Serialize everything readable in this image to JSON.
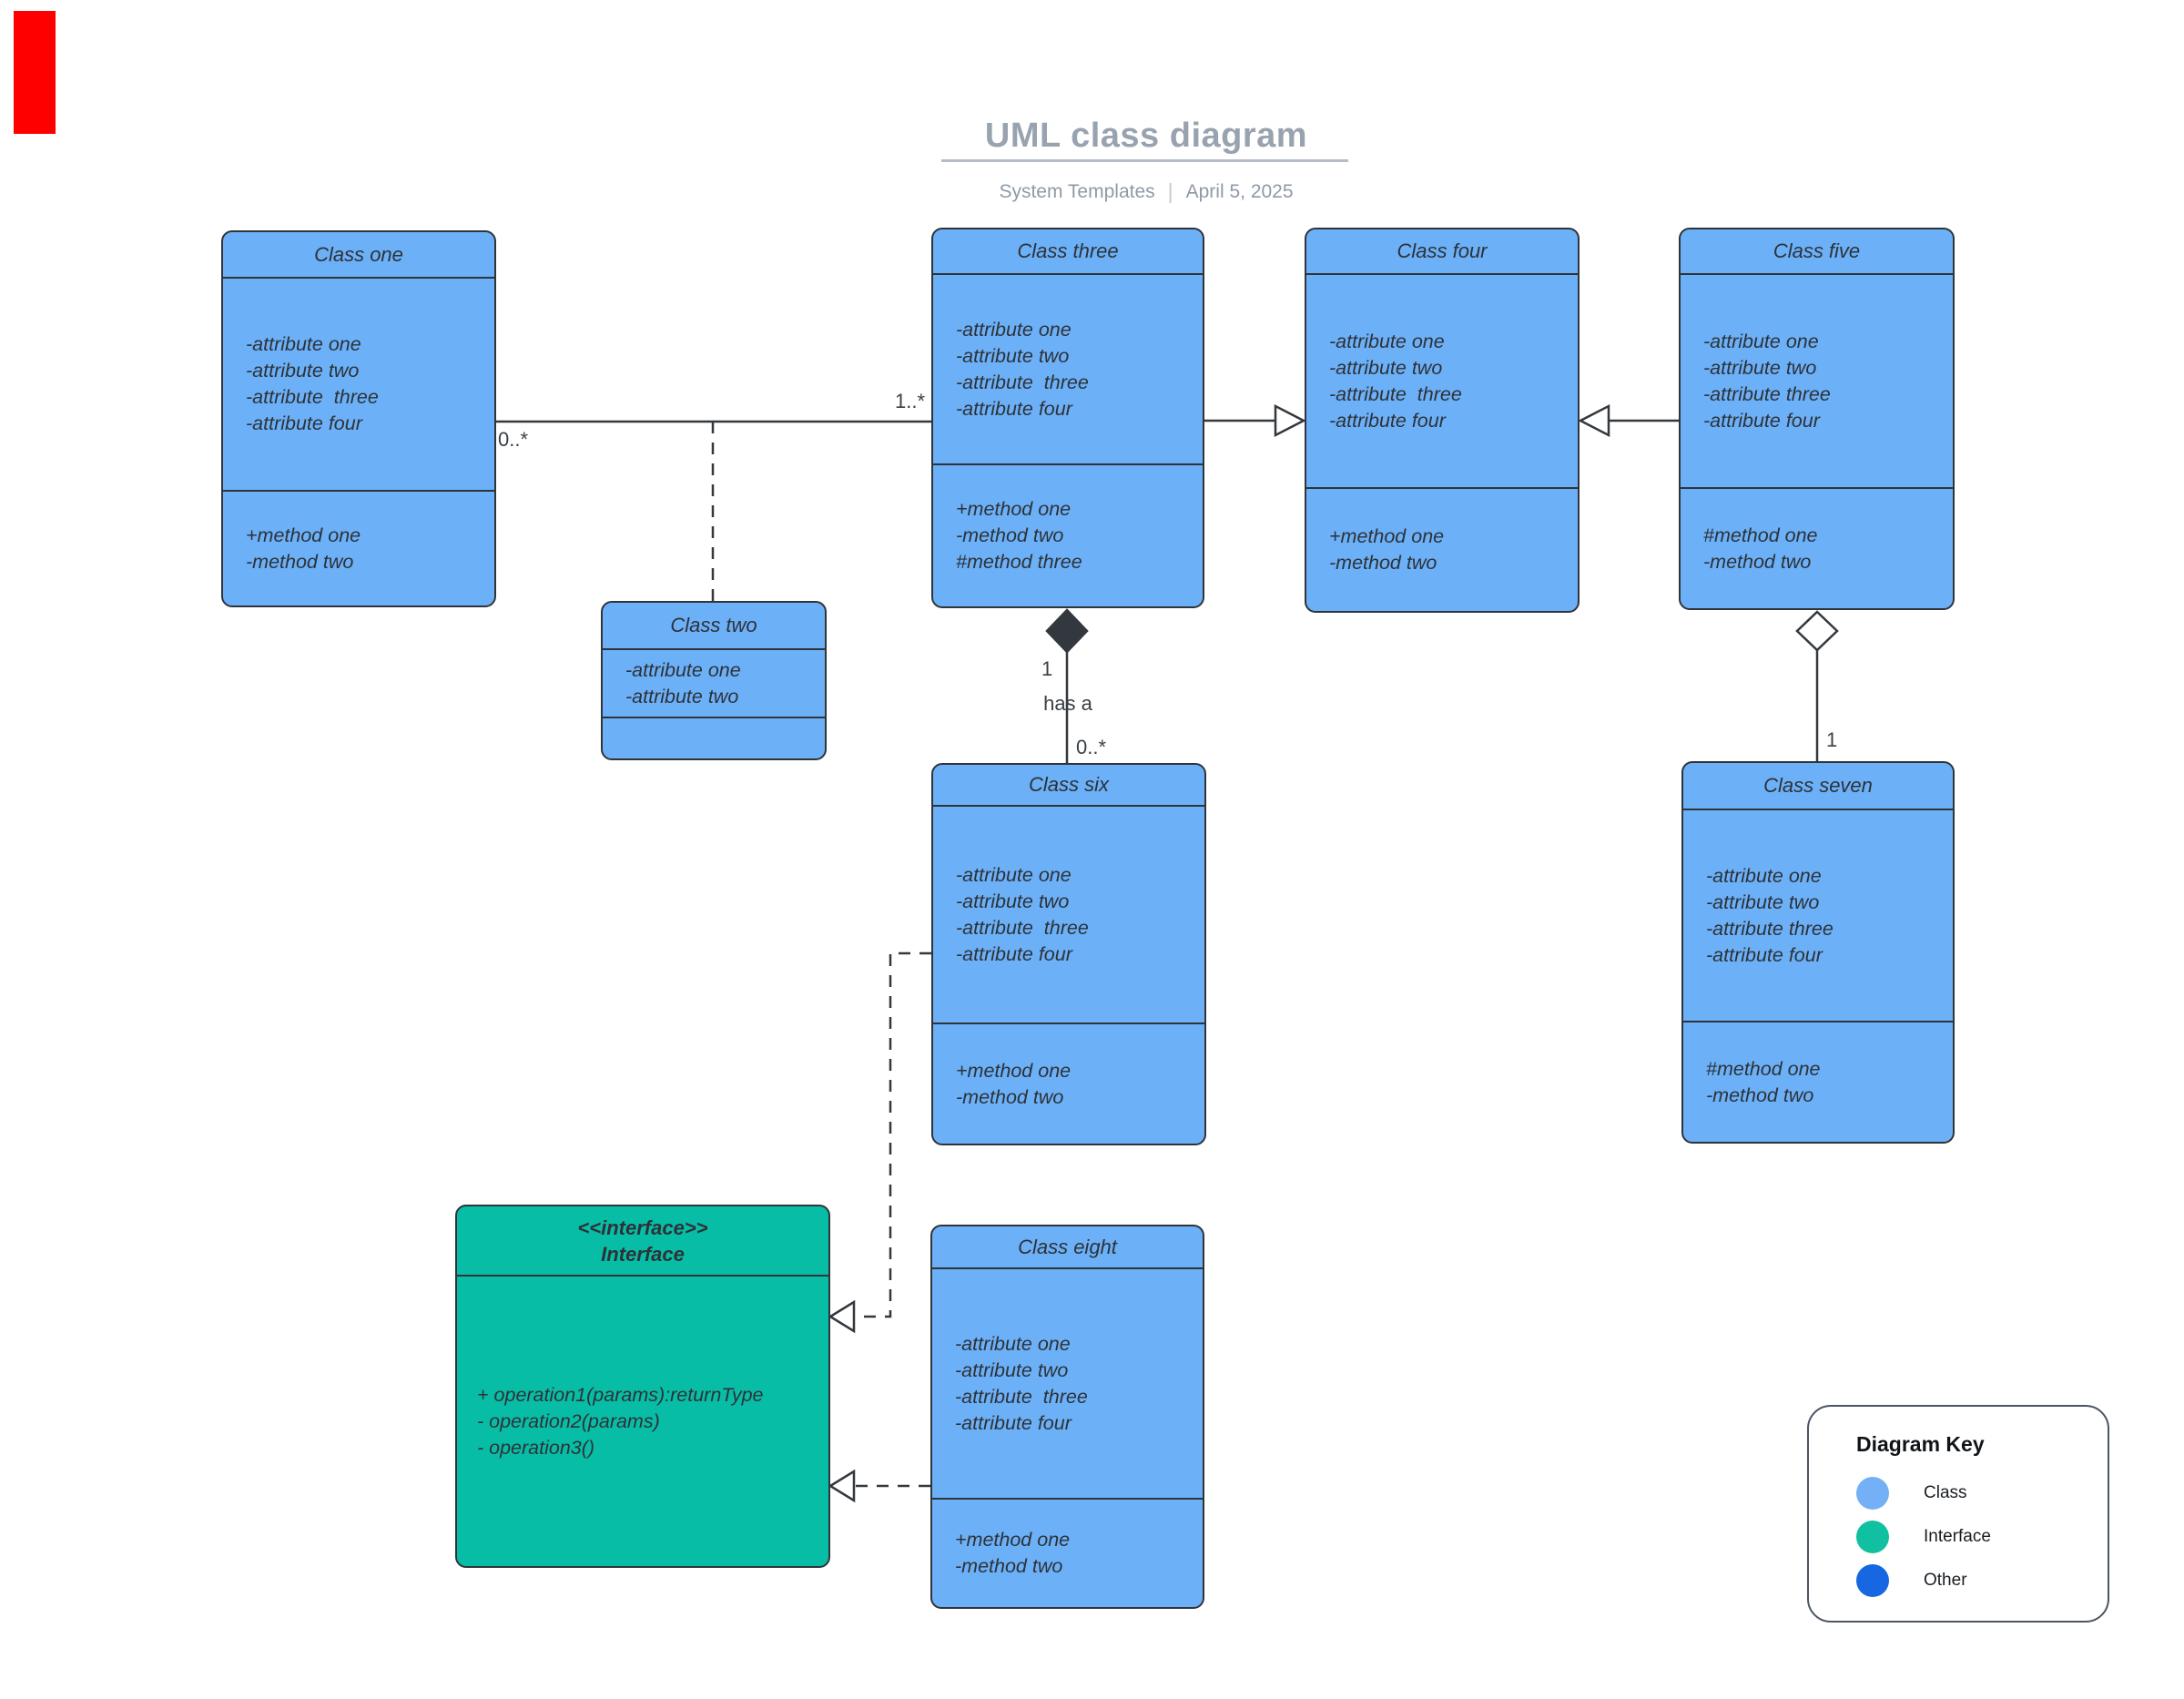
{
  "header": {
    "title": "UML class diagram",
    "subtitle_left": "System Templates",
    "subtitle_separator": "|",
    "subtitle_right": "April 5, 2025"
  },
  "classes": [
    {
      "name": "Class one",
      "attributes": [
        "-attribute one",
        "-attribute two",
        "-attribute  three",
        "-attribute four"
      ],
      "methods": [
        "+method one",
        "-method two"
      ]
    },
    {
      "name": "Class two",
      "attributes": [
        "-attribute one",
        "-attribute two"
      ],
      "methods": []
    },
    {
      "name": "Class three",
      "attributes": [
        "-attribute one",
        "-attribute two",
        "-attribute  three",
        "-attribute four"
      ],
      "methods": [
        "+method one",
        "-method two",
        "#method three"
      ]
    },
    {
      "name": "Class four",
      "attributes": [
        "-attribute one",
        "-attribute two",
        "-attribute  three",
        "-attribute four"
      ],
      "methods": [
        "+method one",
        "-method two"
      ]
    },
    {
      "name": "Class five",
      "attributes": [
        "-attribute one",
        "-attribute two",
        "-attribute three",
        "-attribute four"
      ],
      "methods": [
        "#method one",
        "-method two"
      ]
    },
    {
      "name": "Class six",
      "attributes": [
        "-attribute one",
        "-attribute two",
        "-attribute  three",
        "-attribute four"
      ],
      "methods": [
        "+method one",
        "-method two"
      ]
    },
    {
      "name": "Class seven",
      "attributes": [
        "-attribute one",
        "-attribute two",
        "-attribute three",
        "-attribute four"
      ],
      "methods": [
        "#method one",
        "-method two"
      ]
    },
    {
      "name": "Class eight",
      "attributes": [
        "-attribute one",
        "-attribute two",
        "-attribute  three",
        "-attribute four"
      ],
      "methods": [
        "+method one",
        "-method two"
      ]
    }
  ],
  "interface": {
    "stereotype": "<<interface>>",
    "name": "Interface",
    "operations": [
      "+ operation1(params):returnType",
      "- operation2(params)",
      "- operation3()"
    ]
  },
  "relationship_labels": {
    "association_source": "0..*",
    "association_target": "1..*",
    "composition_parent": "1",
    "composition_verb": "has a",
    "composition_child": "0..*",
    "aggregation_child": "1"
  },
  "legend": {
    "title": "Diagram Key",
    "items": [
      {
        "label": "Class",
        "color": "#74b0f6"
      },
      {
        "label": "Interface",
        "color": "#10c0a0"
      },
      {
        "label": "Other",
        "color": "#1766e2"
      }
    ]
  },
  "colors": {
    "class_fill": "#6cb0f8",
    "interface_fill": "#08bda6",
    "stroke": "#2f3439",
    "marker_red": "#ff0000"
  }
}
